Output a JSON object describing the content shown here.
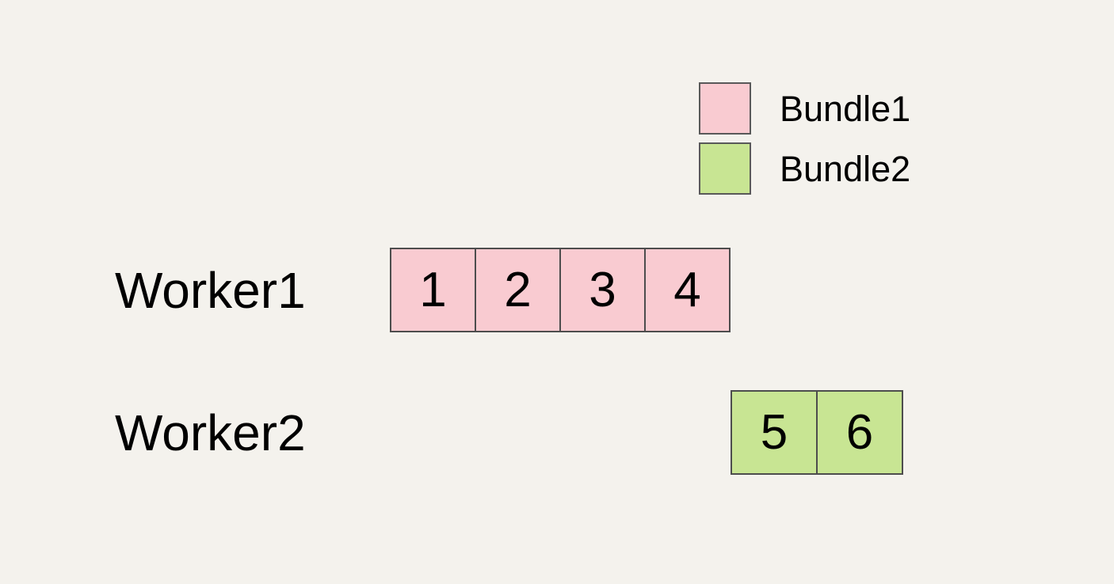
{
  "colors": {
    "background": "#F4F2ED",
    "bundle1_fill": "#F9CBD1",
    "bundle2_fill": "#C8E593",
    "cell_border": "#4D4D4D",
    "legend_swatch_border": "#595959",
    "text": "#000000"
  },
  "legend": {
    "items": [
      {
        "label": "Bundle1",
        "color": "#F9CBD1"
      },
      {
        "label": "Bundle2",
        "color": "#C8E593"
      }
    ]
  },
  "workers": [
    {
      "label": "Worker1",
      "bundle": "Bundle1",
      "cells": [
        "1",
        "2",
        "3",
        "4"
      ]
    },
    {
      "label": "Worker2",
      "bundle": "Bundle2",
      "cells": [
        "5",
        "6"
      ]
    }
  ]
}
